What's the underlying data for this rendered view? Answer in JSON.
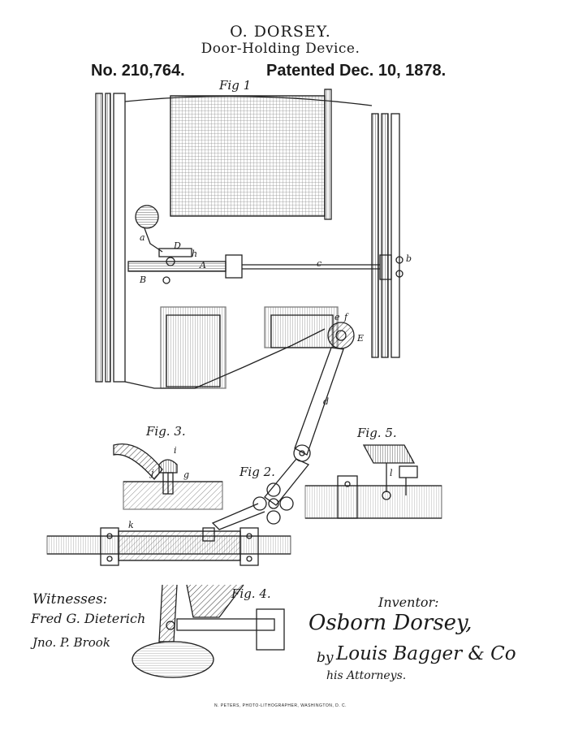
{
  "header": {
    "inventor_name": "O. DORSEY.",
    "title": "Door-Holding Device.",
    "patent_number": "No. 210,764.",
    "patent_date": "Patented Dec. 10, 1878."
  },
  "figures": {
    "fig1": "Fig 1",
    "fig2": "Fig 2.",
    "fig3": "Fig. 3.",
    "fig4": "Fig. 4.",
    "fig5": "Fig. 5."
  },
  "reference_letters": [
    "a",
    "d",
    "D",
    "h",
    "A",
    "B",
    "c",
    "b",
    "e",
    "f",
    "E",
    "i",
    "j",
    "g",
    "k",
    "l"
  ],
  "signatures": {
    "witnesses_label": "Witnesses:",
    "witness_1": "Fred G. Dieterich",
    "witness_2": "Jno. P. Brook",
    "inventor_label": "Inventor:",
    "inventor_signature": "Osborn Dorsey,",
    "by_label": "by",
    "attorney_signature": "Louis Bagger & Co",
    "attorney_label": "his Attorneys."
  },
  "footer": {
    "printer": "N. PETERS, PHOTO-LITHOGRAPHER, WASHINGTON, D. C."
  }
}
